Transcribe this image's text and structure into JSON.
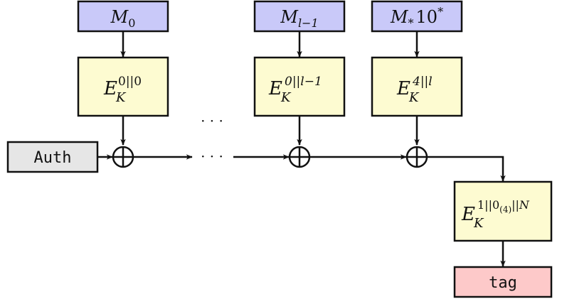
{
  "diagram": {
    "messages": [
      {
        "base": "M",
        "sub": "0",
        "tail": ""
      },
      {
        "base": "M",
        "sub": "l−1",
        "tail": ""
      },
      {
        "base": "M",
        "sub": "*",
        "tail": "10",
        "tail_sup": "*"
      }
    ],
    "encryptions": [
      {
        "base": "E",
        "sub": "K",
        "sup": "0||0"
      },
      {
        "base": "E",
        "sub": "K",
        "sup": "0||l−1"
      },
      {
        "base": "E",
        "sub": "K",
        "sup": "4||l"
      },
      {
        "base": "E",
        "sub": "K",
        "sup_a": "1||0",
        "sup_sub": "(4)",
        "sup_b": "||N"
      }
    ],
    "auth_label": "Auth",
    "tag_label": "tag",
    "ellipsis": "· · ·"
  }
}
